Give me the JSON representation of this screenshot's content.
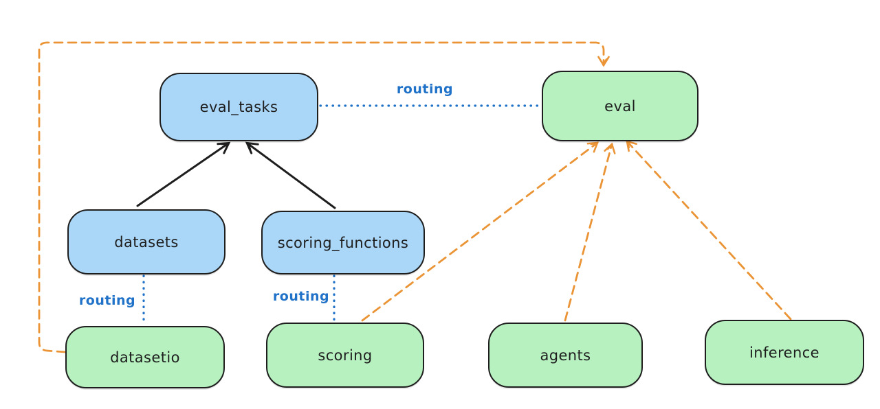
{
  "diagram": {
    "colors": {
      "stroke": "#1e1e1e",
      "node_blue": "#aad6f7",
      "node_green": "#b6f1bf",
      "dashed_orange": "#ea9436",
      "routing_blue": "#1f72c8"
    },
    "nodes": {
      "eval_tasks": {
        "label": "eval_tasks",
        "color": "blue"
      },
      "eval": {
        "label": "eval",
        "color": "green"
      },
      "datasets": {
        "label": "datasets",
        "color": "blue"
      },
      "scoring_functions": {
        "label": "scoring_functions",
        "color": "blue"
      },
      "datasetio": {
        "label": "datasetio",
        "color": "green"
      },
      "scoring": {
        "label": "scoring",
        "color": "green"
      },
      "agents": {
        "label": "agents",
        "color": "green"
      },
      "inference": {
        "label": "inference",
        "color": "green"
      }
    },
    "edge_labels": {
      "eval_tasks_eval": "routing",
      "datasets_datasetio": "routing",
      "scoring_functions_scoring": "routing"
    }
  }
}
